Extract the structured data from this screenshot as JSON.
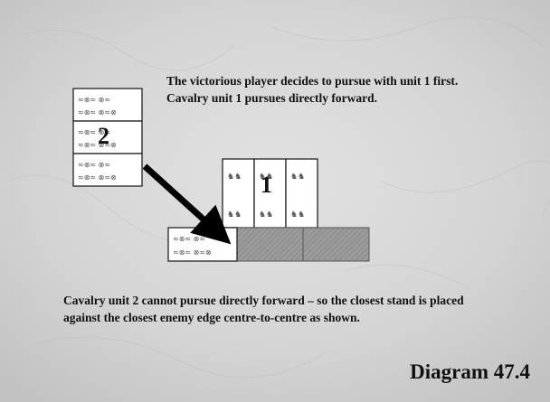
{
  "captions": {
    "top": "The victorious player decides to pursue with unit 1 first. Cavalry unit 1 pursues directly forward.",
    "bottom": "Cavalry unit 2 cannot pursue directly forward – so the closest stand is placed against the closest enemy edge centre-to-centre as shown."
  },
  "diagram_label": "Diagram 47.4",
  "unit_labels": {
    "unit1": "1",
    "unit2": "2"
  },
  "colors": {
    "background": "#d6d6d6",
    "stand_fill": "#ffffff",
    "stand_border": "#222222",
    "enemy_stand": "#9e9e9e",
    "arrow": "#000000"
  }
}
